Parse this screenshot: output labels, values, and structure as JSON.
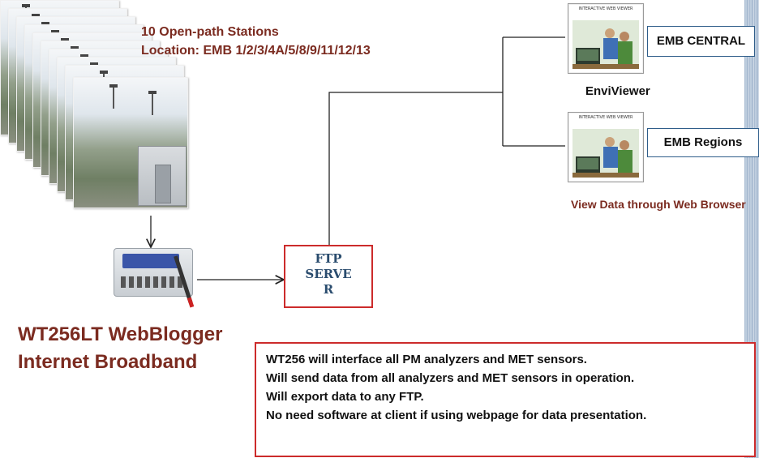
{
  "stations": {
    "line1": "10 Open-path Stations",
    "line2": "Location: EMB 1/2/3/4A/5/8/9/11/12/13"
  },
  "server": {
    "line1": "FTP",
    "line2": "SERVE",
    "line3": "R"
  },
  "clients": {
    "central_label": "EMB CENTRAL",
    "viewer_caption": "EnviViewer",
    "regions_label": "EMB Regions",
    "browser_caption": "View Data through Web Browser",
    "screen_header": "INTERACTIVE WEB VIEWER"
  },
  "logger": {
    "title_line1": "WT256LT WebBlogger",
    "title_line2": "Internet Broadband"
  },
  "notes": [
    "WT256  will interface all PM analyzers and MET sensors.",
    "Will send data from all analyzers and MET sensors in operation.",
    "Will export data to any FTP.",
    "No need software at client if using webpage for data presentation."
  ],
  "colors": {
    "caption": "#7b2b20",
    "server_border": "#cc2b2b",
    "server_text": "#2a4c6e",
    "label_border": "#2f5d8a"
  }
}
